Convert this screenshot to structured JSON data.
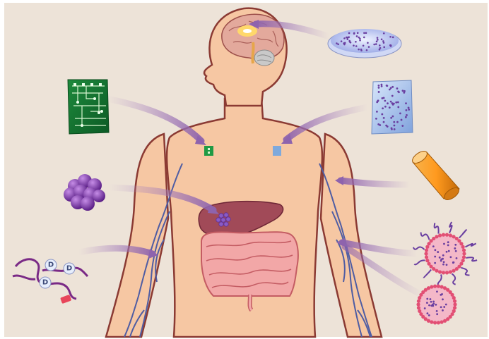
{
  "diagram": {
    "background_color": "#ede3d8",
    "skin_color": "#f6c7a3",
    "outline_color": "#8b3a33",
    "vein_color": "#4f5da3",
    "arrow_color": "#b08bc4",
    "labels": {
      "dendrimer_d1": "D",
      "dendrimer_d2": "D",
      "dendrimer_d3": "D"
    },
    "icons": [
      "brain-icon",
      "liver-icon",
      "intestine-icon",
      "thymus-patch-icon",
      "lymph-patch-icon",
      "petri-dish-icon",
      "microchip-icon",
      "hydrogel-sheet-icon",
      "nanocluster-icon",
      "implant-capsule-icon",
      "dendrimer-polymer-icon",
      "micelle-icon",
      "liposome-icon"
    ]
  }
}
